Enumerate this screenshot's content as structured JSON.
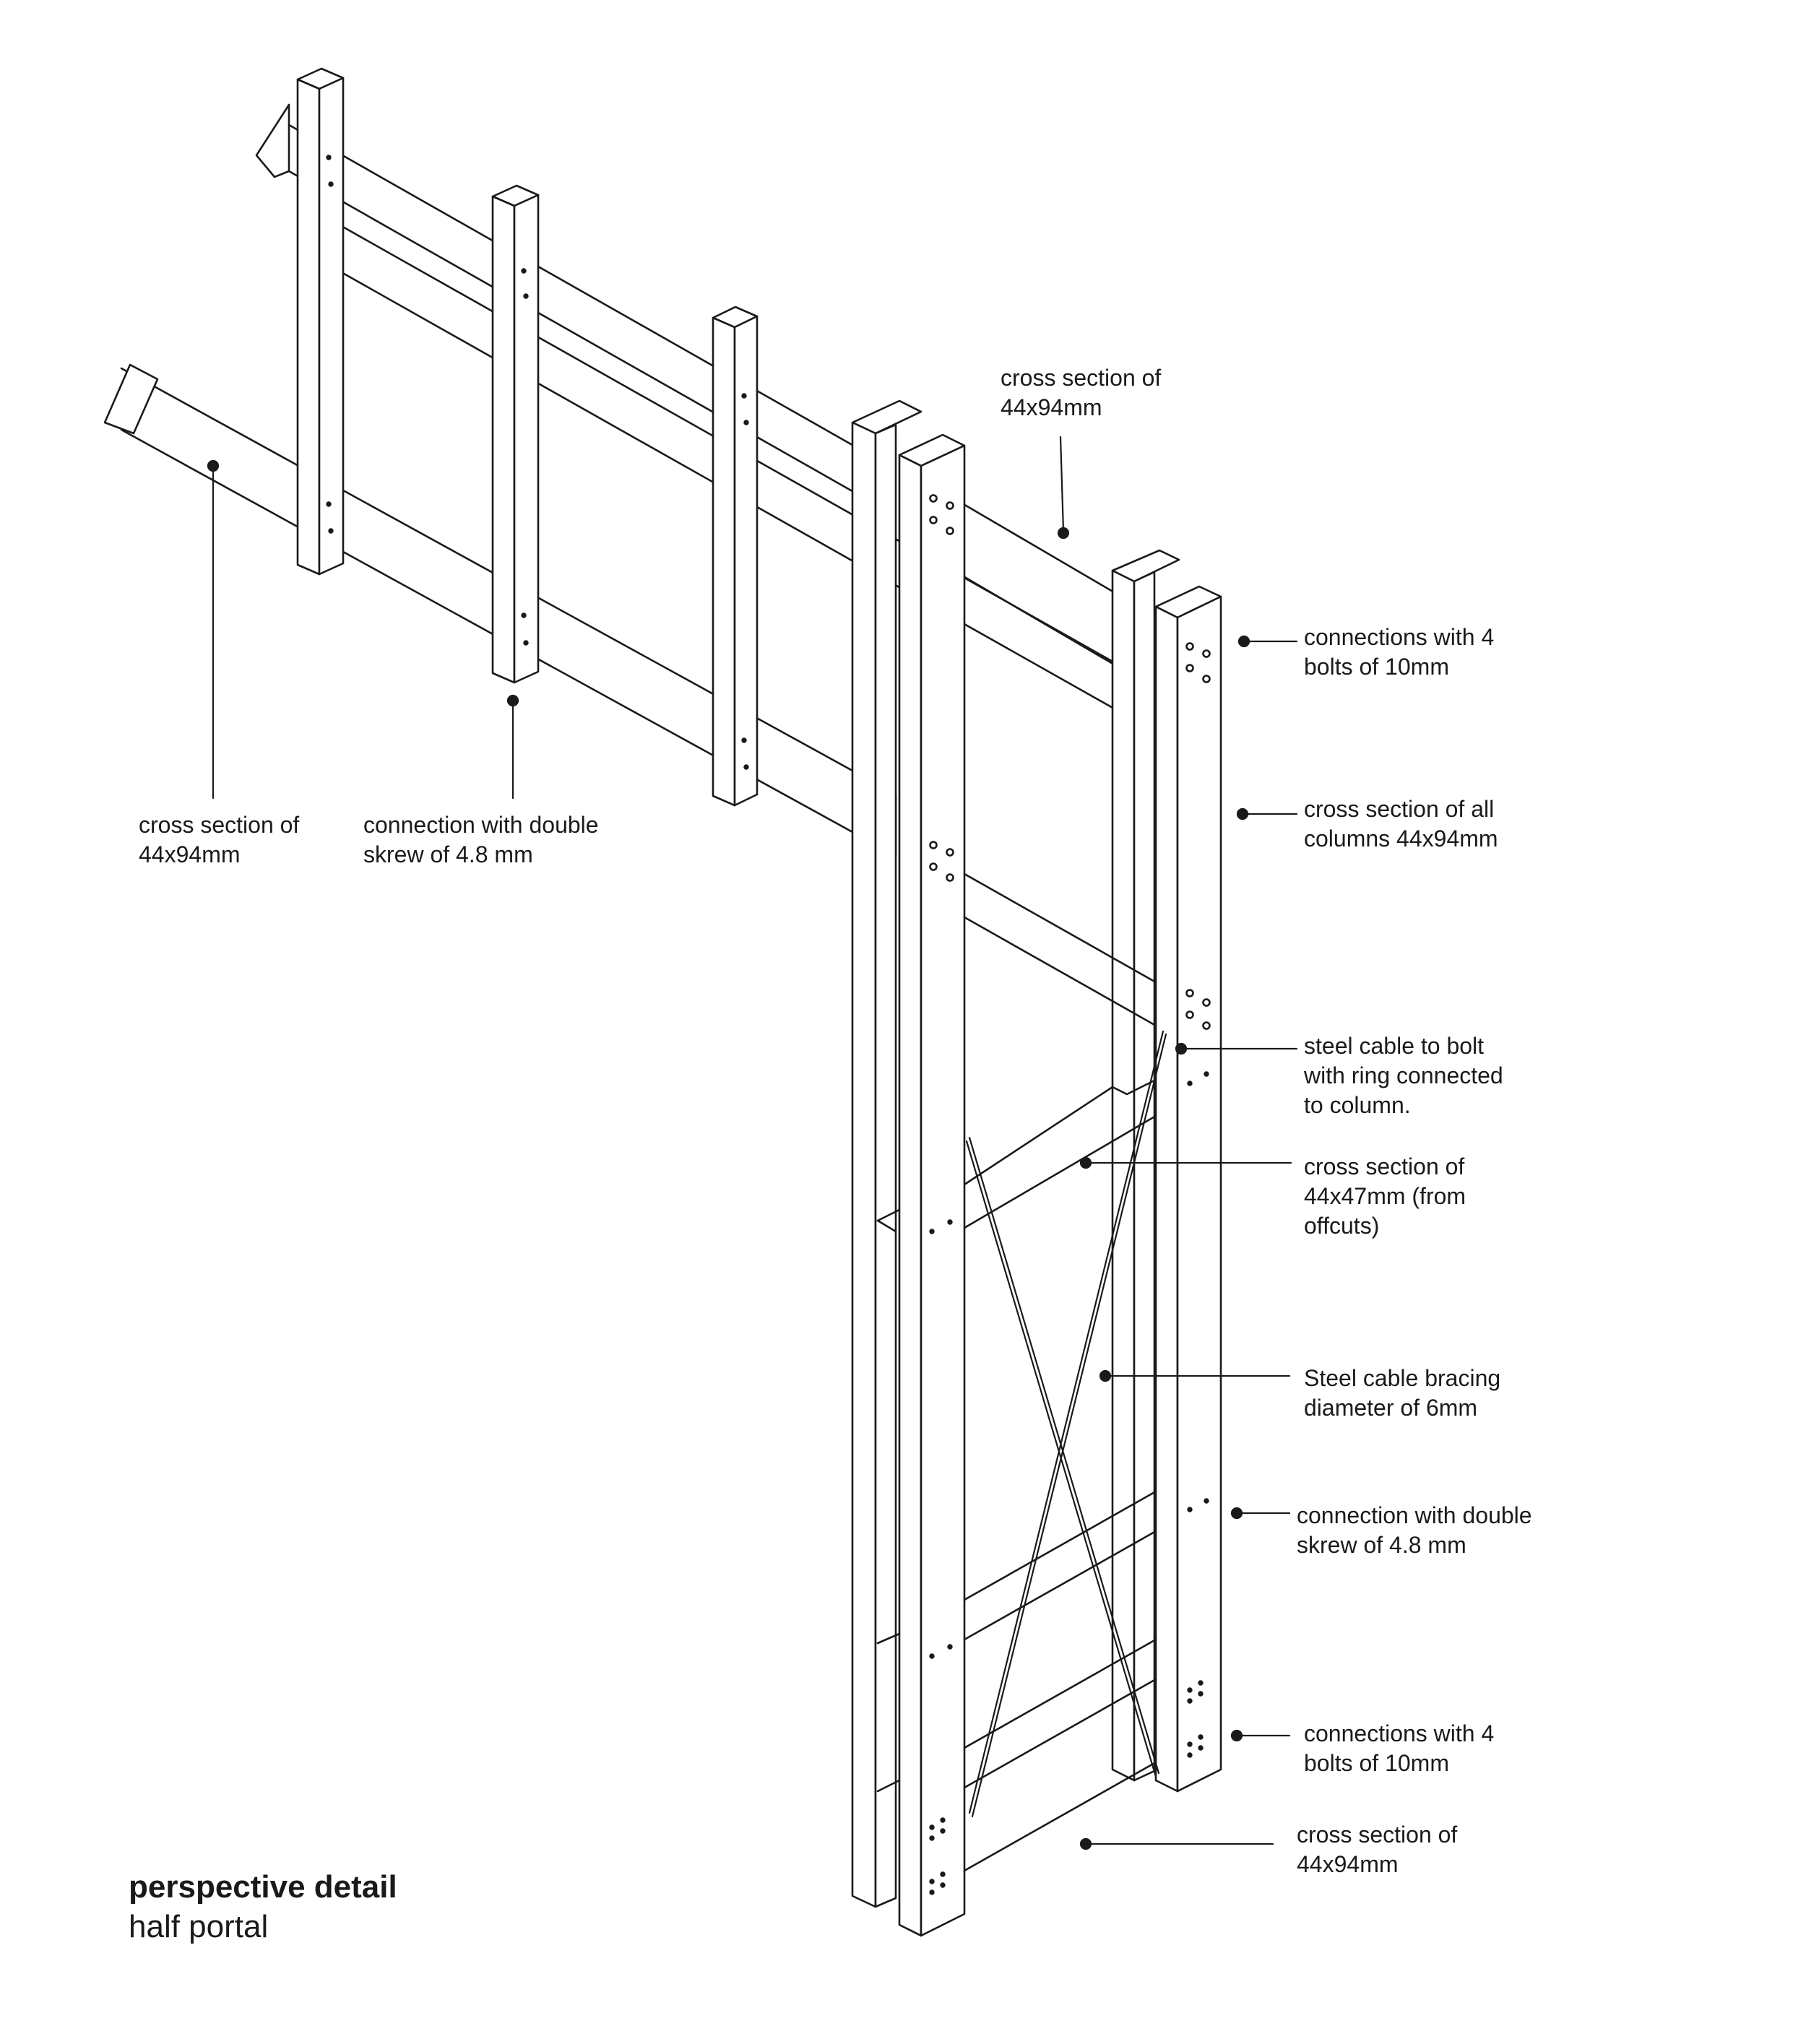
{
  "title": {
    "main": "perspective detail",
    "sub": "half portal"
  },
  "annotations": {
    "top_beam": [
      "cross section of",
      "44x94mm"
    ],
    "left_beam": [
      "cross section of",
      "44x94mm"
    ],
    "left_screw": [
      "connection with double",
      "skrew of 4.8 mm"
    ],
    "bolts_top": [
      "connections with 4",
      "bolts of 10mm"
    ],
    "columns": [
      "cross section of all",
      "columns 44x94mm"
    ],
    "cable_ring": [
      "steel cable to bolt",
      "with ring connected",
      "to column."
    ],
    "offcut_section": [
      "cross section of",
      "44x47mm (from",
      "offcuts)"
    ],
    "cable_bracing": [
      "Steel cable bracing",
      "diameter of 6mm"
    ],
    "right_screw": [
      "connection with double",
      "skrew of 4.8 mm"
    ],
    "bolts_bottom": [
      "connections with 4",
      "bolts of 10mm"
    ],
    "bottom_beam": [
      "cross section of",
      "44x94mm"
    ]
  },
  "colors": {
    "line": "#1a1a1a",
    "background": "#ffffff"
  }
}
